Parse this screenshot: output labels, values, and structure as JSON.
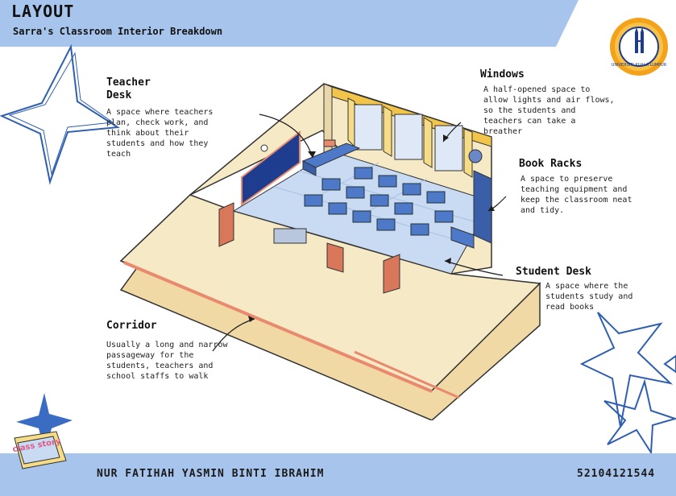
{
  "header": {
    "title": "LAYOUT",
    "subtitle": "Sarra's Classroom Interior Breakdown"
  },
  "labels": {
    "teacher_desk": {
      "title": "Teacher\nDesk",
      "desc": "A space where teachers plan, check work, and think about their students and how they teach"
    },
    "windows": {
      "title": "Windows",
      "desc": "A half-opened space to allow lights and air flows, so the students and teachers can take a breather"
    },
    "book_racks": {
      "title": "Book Racks",
      "desc": "A space to preserve teaching equipment and keep the classroom neat and tidy."
    },
    "student_desk": {
      "title": "Student Desk",
      "desc": "A space where the students study and read books"
    },
    "corridor": {
      "title": "Corridor",
      "desc": "Usually a long and narrow passageway for the students, teachers and school staffs to walk"
    }
  },
  "logo": {
    "text": "UNIVERSITI KUALA LUMPUR"
  },
  "badge": {
    "text": "class story"
  },
  "footer": {
    "name": "NUR FATIHAH YASMIN BINTI IBRAHIM",
    "student_id": "52104121544"
  },
  "colors": {
    "header_band": "#a7c5ec",
    "footer_band": "#a7c5ec",
    "star_outline": "#2f5fb0",
    "wall_beige": "#f6e9c6",
    "floor_blue": "#c9dbf3",
    "desk_blue": "#4e78c8"
  }
}
